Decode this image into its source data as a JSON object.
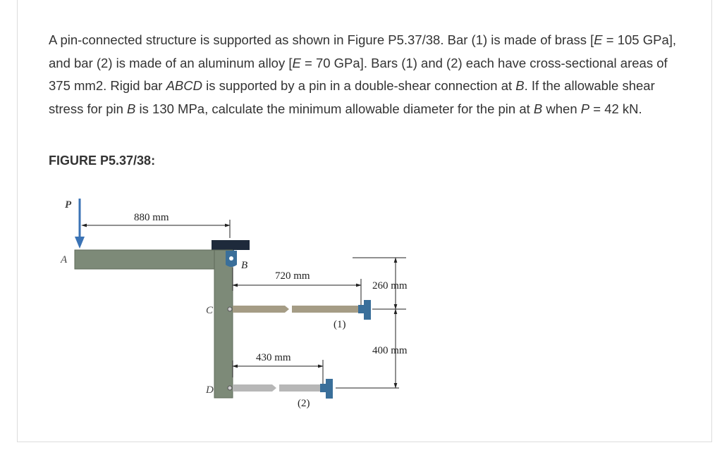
{
  "problem": {
    "s1": "A pin-connected structure is supported as shown in Figure P5.37/38. Bar (1) is made of brass [",
    "v_E1": "E",
    "s2": " = 105 GPa], and bar (2) is made of an aluminum alloy [",
    "v_E2": "E",
    "s3": " = 70 GPa]. Bars (1) and (2) each have cross-sectional areas of 375 mm2. Rigid bar ",
    "v_ABCD": "ABCD",
    "s4": " is supported by a pin in a double-shear connection at ",
    "v_B1": "B",
    "s5": ". If the allowable shear stress for pin ",
    "v_B2": "B",
    "s6": " is 130 MPa, calculate the minimum allowable diameter for the pin at ",
    "v_B3": "B",
    "s7": " when ",
    "v_P": "P",
    "s8": " = 42 kN."
  },
  "figure": {
    "caption": "FIGURE P5.37/38:",
    "labels": {
      "P": "P",
      "A": "A",
      "B": "B",
      "C": "C",
      "D": "D",
      "bar1": "(1)",
      "bar2": "(2)"
    },
    "dimensions": {
      "dim_880": "880 mm",
      "dim_720": "720 mm",
      "dim_430": "430 mm",
      "dim_260": "260 mm",
      "dim_400": "400 mm"
    },
    "colors": {
      "rigid_bar": "#7d8a78",
      "brass_bar": "#a59c85",
      "aluminum_bar": "#b7b7b7",
      "support": "#3a6f9a",
      "load_arrow": "#3b73b5"
    }
  }
}
